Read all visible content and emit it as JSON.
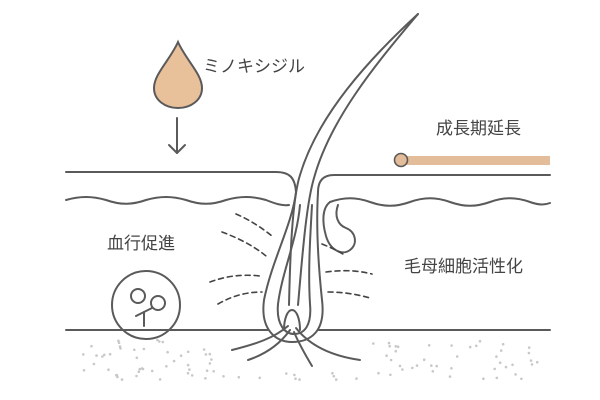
{
  "labels": {
    "drug": "ミノキシジル",
    "growth_phase": "成長期延長",
    "blood_flow": "血行促進",
    "hair_cell": "毛母細胞活性化"
  },
  "colors": {
    "droplet": "#e8c09a",
    "growth_bar": "#e3bd99",
    "line": "#5a5a5a",
    "text": "#444444",
    "dots": "#c8c8c8"
  }
}
